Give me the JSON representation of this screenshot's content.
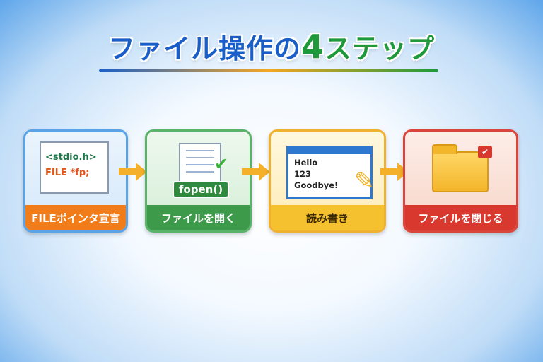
{
  "title": {
    "main": "ファイル操作の",
    "number": "4",
    "tail": "ステップ"
  },
  "steps": [
    {
      "label": "FILEポインタ宣言",
      "code_line1": "<stdio.h>",
      "code_line2": "FILE *fp;"
    },
    {
      "label": "ファイルを開く",
      "badge": "fopen()"
    },
    {
      "label": "読み書き",
      "lines": [
        "Hello",
        "123",
        "Goodbye!"
      ]
    },
    {
      "label": "ファイルを閉じる"
    }
  ],
  "colors": {
    "step1": "#f07d1a",
    "step2": "#3c9a4a",
    "step3": "#f6c12e",
    "step4": "#d8382e"
  }
}
